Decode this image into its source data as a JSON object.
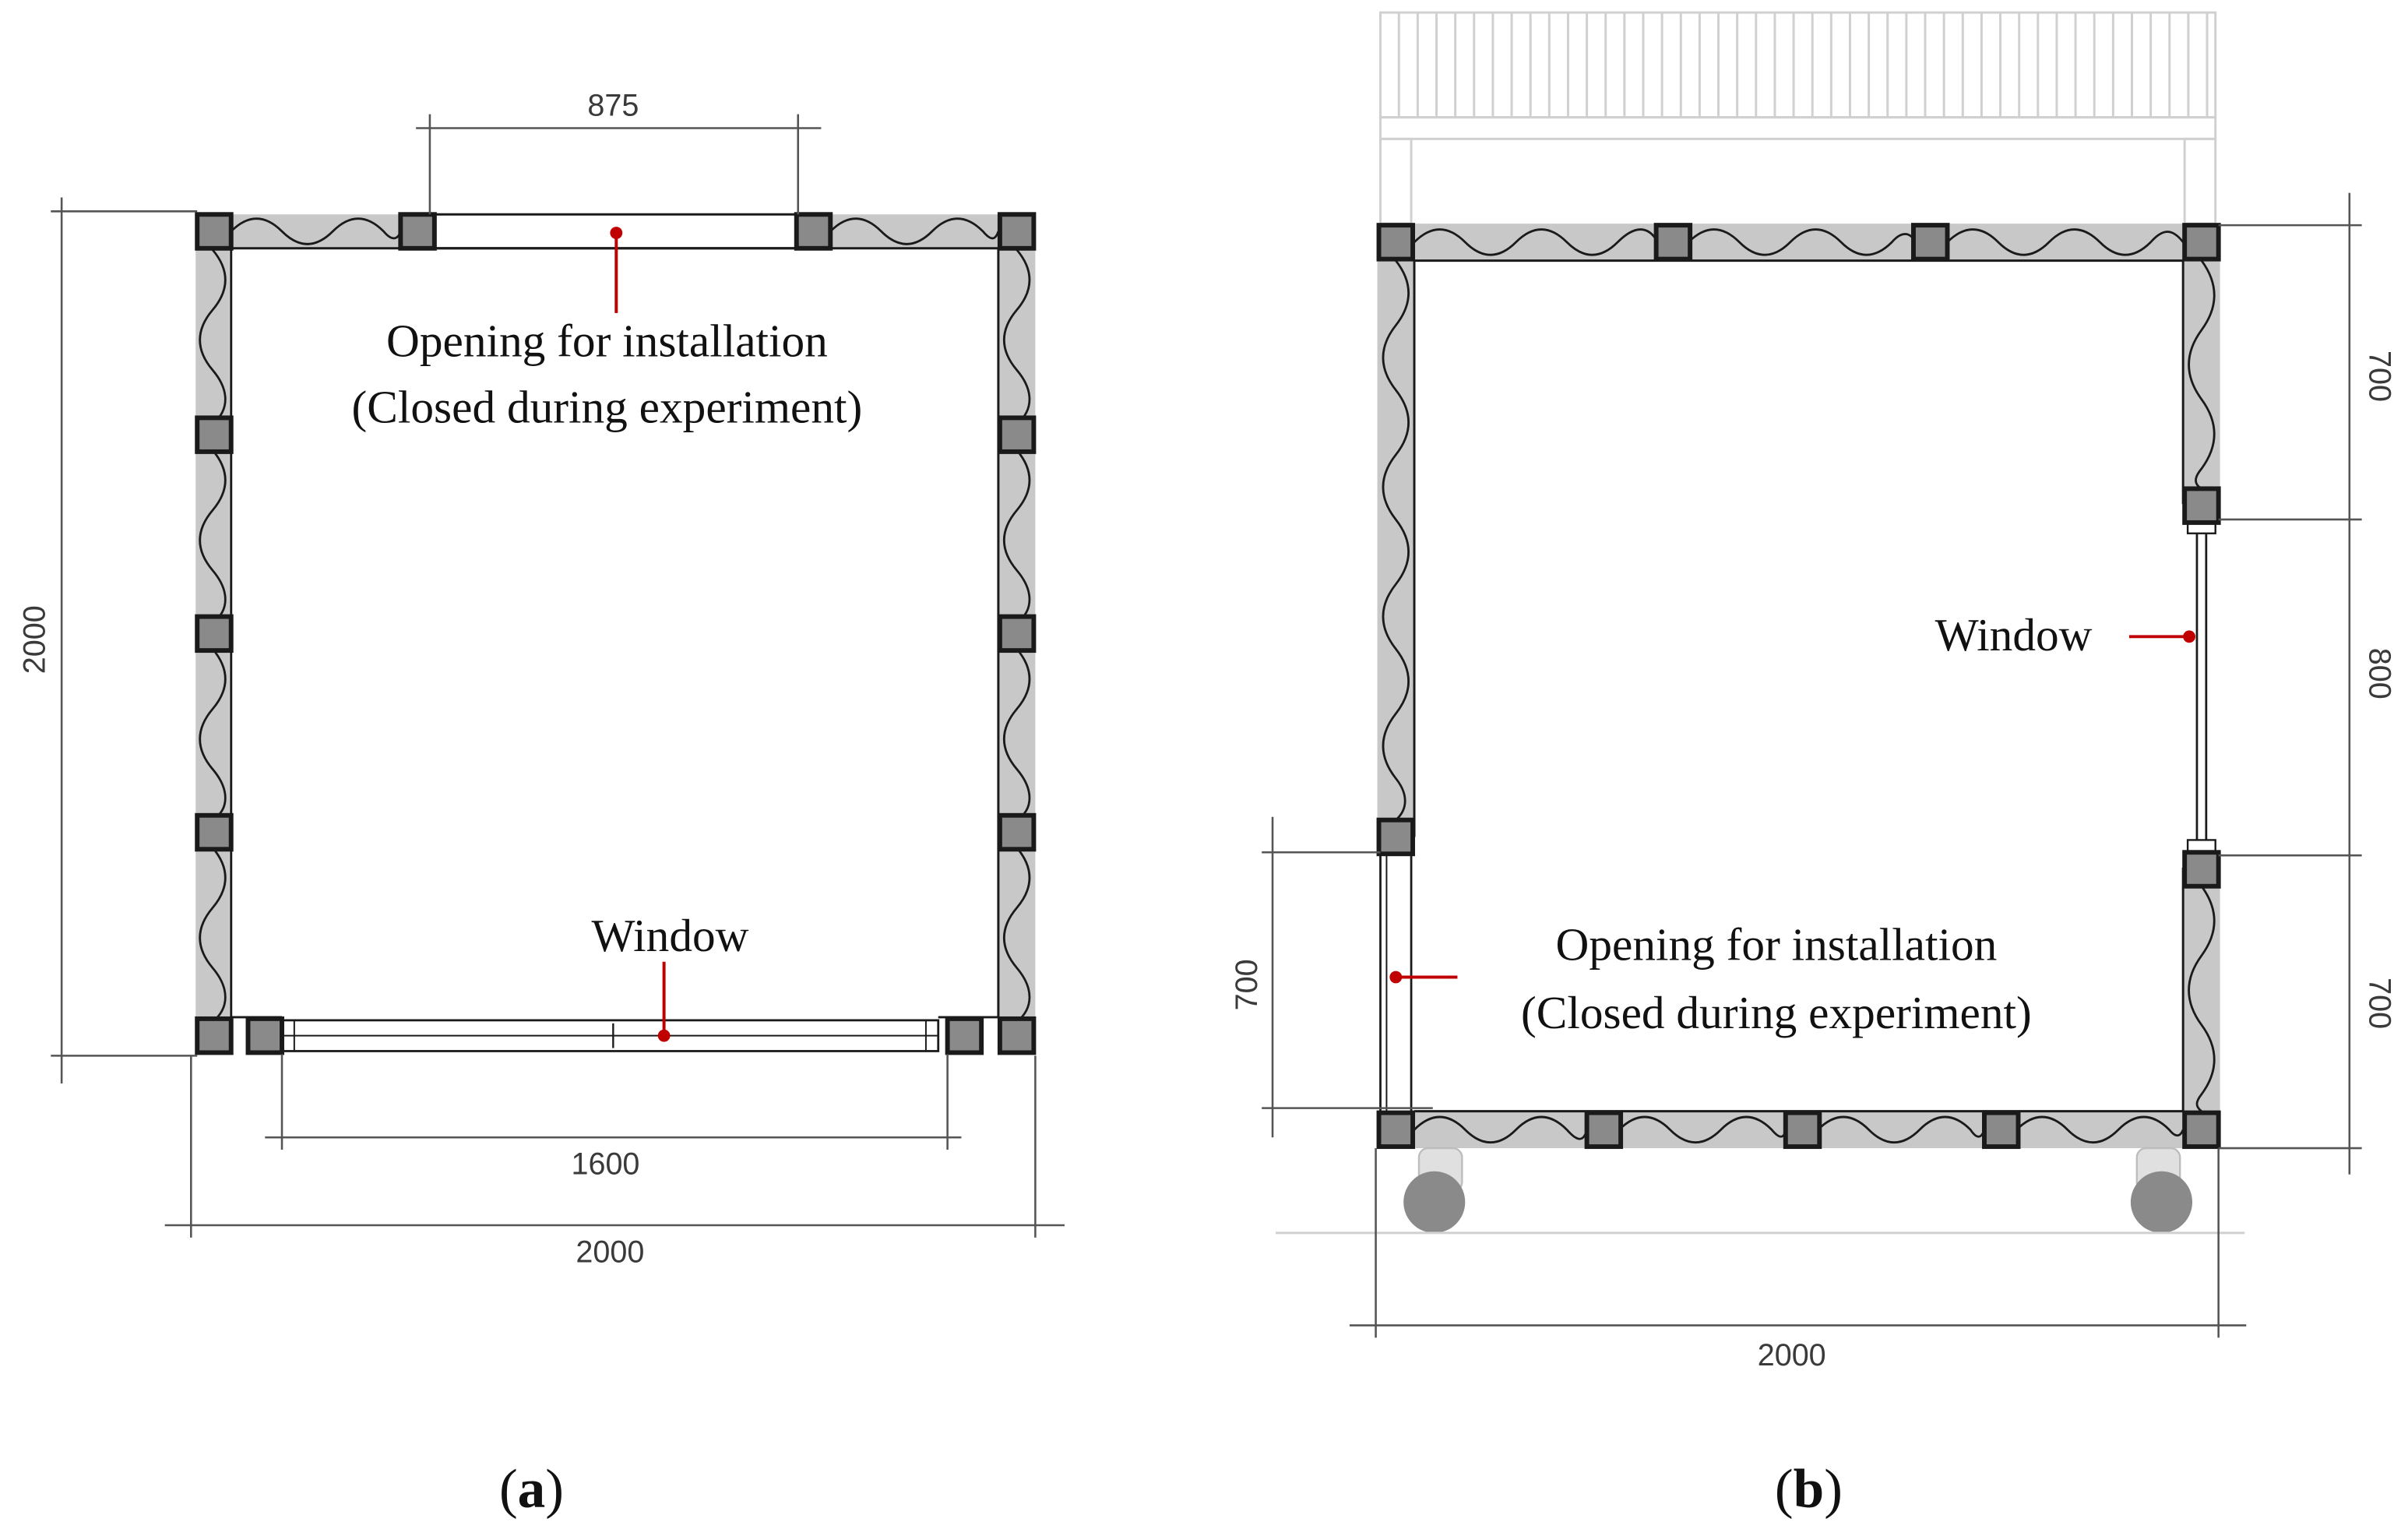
{
  "panel_a": {
    "dim_top": "875",
    "dim_left": "2000",
    "dim_bottom_inner": "1600",
    "dim_bottom_outer": "2000",
    "opening_line1": "Opening  for  installation",
    "opening_line2": "(Closed  during  experiment)",
    "window_label": "Window",
    "sublabel_open": "(",
    "sublabel_letter": "a",
    "sublabel_close": ")"
  },
  "panel_b": {
    "dim_right_top": "700",
    "dim_right_mid": "800",
    "dim_right_bottom": "700",
    "dim_left": "700",
    "dim_bottom": "2000",
    "window_label": "Window",
    "opening_line1": "Opening  for  installation",
    "opening_line2": "(Closed  during  experiment)",
    "sublabel_open": "(",
    "sublabel_letter": "b",
    "sublabel_close": ")"
  },
  "colors": {
    "wall_fill": "#c8c8c8",
    "post_fill": "#8a8a8a",
    "outline": "#1a1a1a",
    "dimension": "#555555",
    "callout": "#c00000",
    "pavilion": "#d6d6d6"
  }
}
